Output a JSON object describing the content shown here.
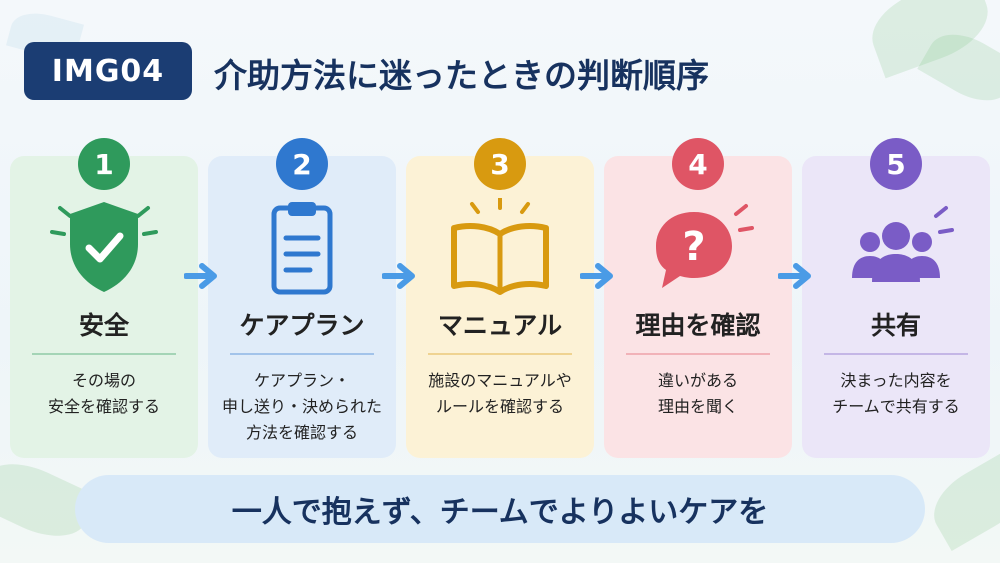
{
  "header": {
    "tag": "IMG04",
    "title": "介助方法に迷ったときの判断順序"
  },
  "steps": [
    {
      "number": "1",
      "title": "安全",
      "desc": [
        "その場の",
        "安全を確認する"
      ],
      "icon": "shield-check-icon",
      "color": "#2f9a5c",
      "bg": "#e3f3e6"
    },
    {
      "number": "2",
      "title": "ケアプラン",
      "desc": [
        "ケアプラン・",
        "申し送り・決められた",
        "方法を確認する"
      ],
      "icon": "clipboard-icon",
      "color": "#2f78cf",
      "bg": "#e0ecf9"
    },
    {
      "number": "3",
      "title": "マニュアル",
      "desc": [
        "施設のマニュアルや",
        "ルールを確認する"
      ],
      "icon": "open-book-icon",
      "color": "#d89a10",
      "bg": "#fcf2d6"
    },
    {
      "number": "4",
      "title": "理由を確認",
      "desc": [
        "違いがある",
        "理由を聞く"
      ],
      "icon": "question-bubble-icon",
      "color": "#df5565",
      "bg": "#fbe3e5"
    },
    {
      "number": "5",
      "title": "共有",
      "desc": [
        "決まった内容を",
        "チームで共有する"
      ],
      "icon": "team-icon",
      "color": "#7a5cc6",
      "bg": "#ebe6f8"
    }
  ],
  "arrow_color": "#4a9be6",
  "footer": {
    "text": "一人で抱えず、チームでよりよいケアを"
  }
}
